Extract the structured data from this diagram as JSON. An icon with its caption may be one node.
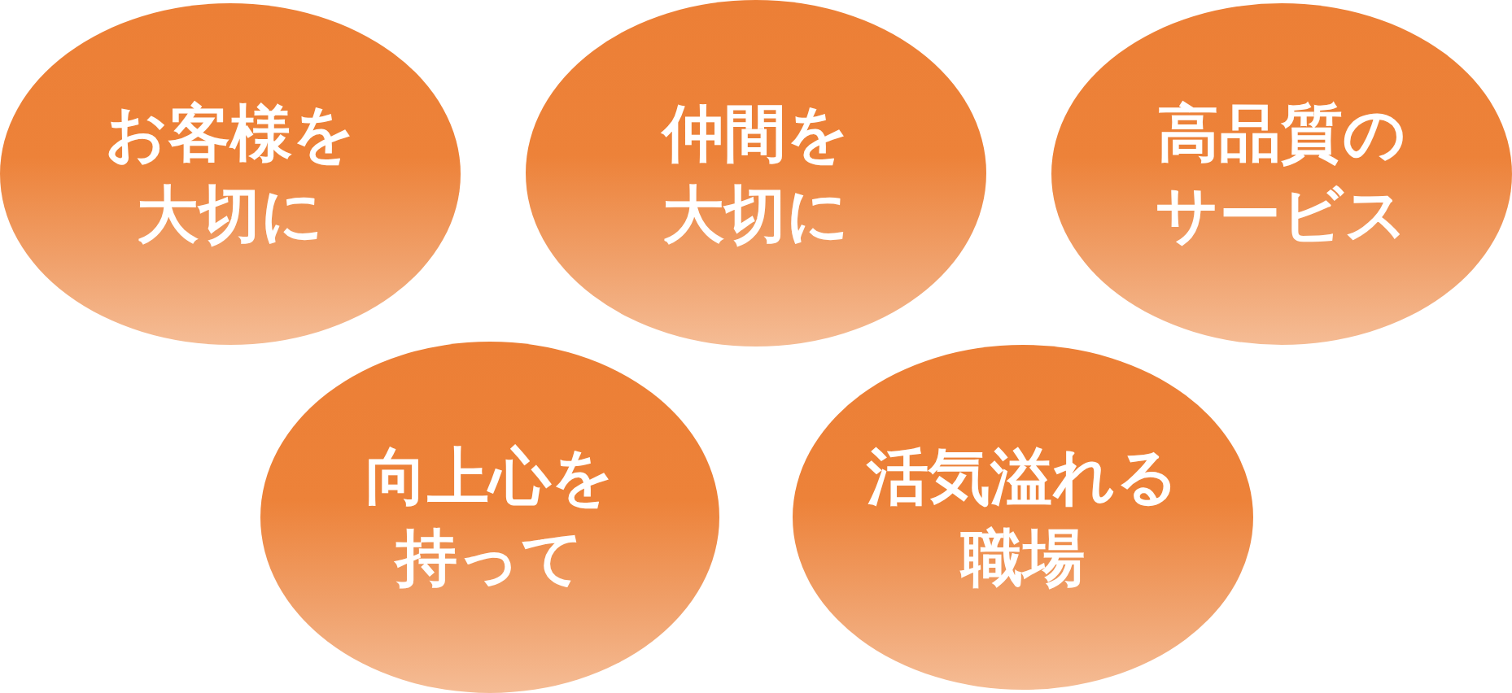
{
  "diagram": {
    "nodes": [
      {
        "text": [
          "お客様を大切に"
        ]
      },
      {
        "text": [
          "仲間を大切に"
        ]
      },
      {
        "text": [
          "高品質のサービス"
        ]
      },
      {
        "text": [
          "向上心を持って"
        ]
      },
      {
        "text": [
          "活気溢れる職場"
        ]
      }
    ]
  }
}
